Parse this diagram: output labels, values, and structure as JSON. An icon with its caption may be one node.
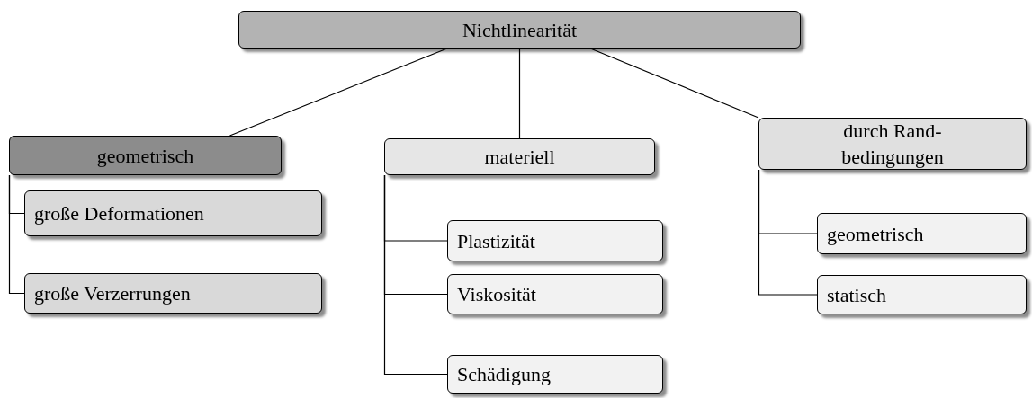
{
  "diagram": {
    "nodes": [
      {
        "text": [
          "Nichtlinearität"
        ]
      },
      {
        "text": [
          "geometrisch"
        ]
      },
      {
        "text": [
          "große Deformationen"
        ]
      },
      {
        "text": [
          "große Verzerrungen"
        ]
      },
      {
        "text": [
          "materiell"
        ]
      },
      {
        "text": [
          "Plastizität"
        ]
      },
      {
        "text": [
          "Viskosität"
        ]
      },
      {
        "text": [
          "Schädigung"
        ]
      },
      {
        "text": [
          "durch Rand- bedingungen"
        ]
      },
      {
        "text": [
          "geometrisch"
        ]
      },
      {
        "text": [
          "statisch"
        ]
      }
    ],
    "edges": [
      {
        "from": 0,
        "to": 1,
        "arrow": "none"
      },
      {
        "from": 0,
        "to": 4,
        "arrow": "none"
      },
      {
        "from": 0,
        "to": 8,
        "arrow": "none"
      },
      {
        "from": 1,
        "to": 2,
        "arrow": "none"
      },
      {
        "from": 1,
        "to": 3,
        "arrow": "none"
      },
      {
        "from": 4,
        "to": 5,
        "arrow": "none"
      },
      {
        "from": 4,
        "to": 6,
        "arrow": "none"
      },
      {
        "from": 4,
        "to": 7,
        "arrow": "none"
      },
      {
        "from": 8,
        "to": 9,
        "arrow": "none"
      },
      {
        "from": 8,
        "to": 10,
        "arrow": "none"
      }
    ]
  }
}
